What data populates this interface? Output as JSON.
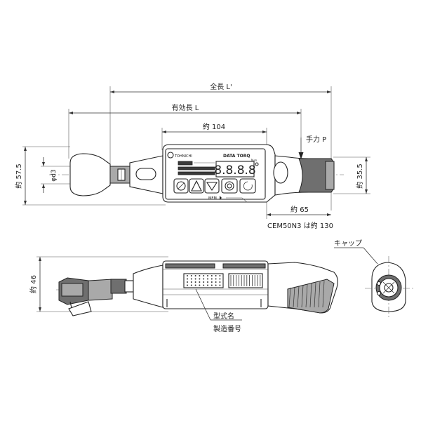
{
  "dimensions": {
    "total_length": "全長 L'",
    "effective_length": "有効長 L",
    "approx_104": "約 104",
    "hand_force": "手力 P",
    "approx_57_5": "約 57.5",
    "phi_d3": "φd3",
    "approx_35_5": "約 35.5",
    "approx_65": "約 65",
    "cem_note": "CEM50N3 は約 130",
    "approx_46": "約 46"
  },
  "callouts": {
    "cap": "キャップ",
    "model_name": "型式名",
    "serial_number": "製造番号"
  },
  "device": {
    "brand": "TOHNICHI",
    "product": "DATA TORQ",
    "model_mark": "N·m",
    "display_digits": "8.8.8.8",
    "mem_label": "MEM"
  },
  "colors": {
    "line": "#222222",
    "dark_fill": "#6f6f6f",
    "grey_fill": "#a9a9a9",
    "lcd": "#3a3a3a"
  }
}
